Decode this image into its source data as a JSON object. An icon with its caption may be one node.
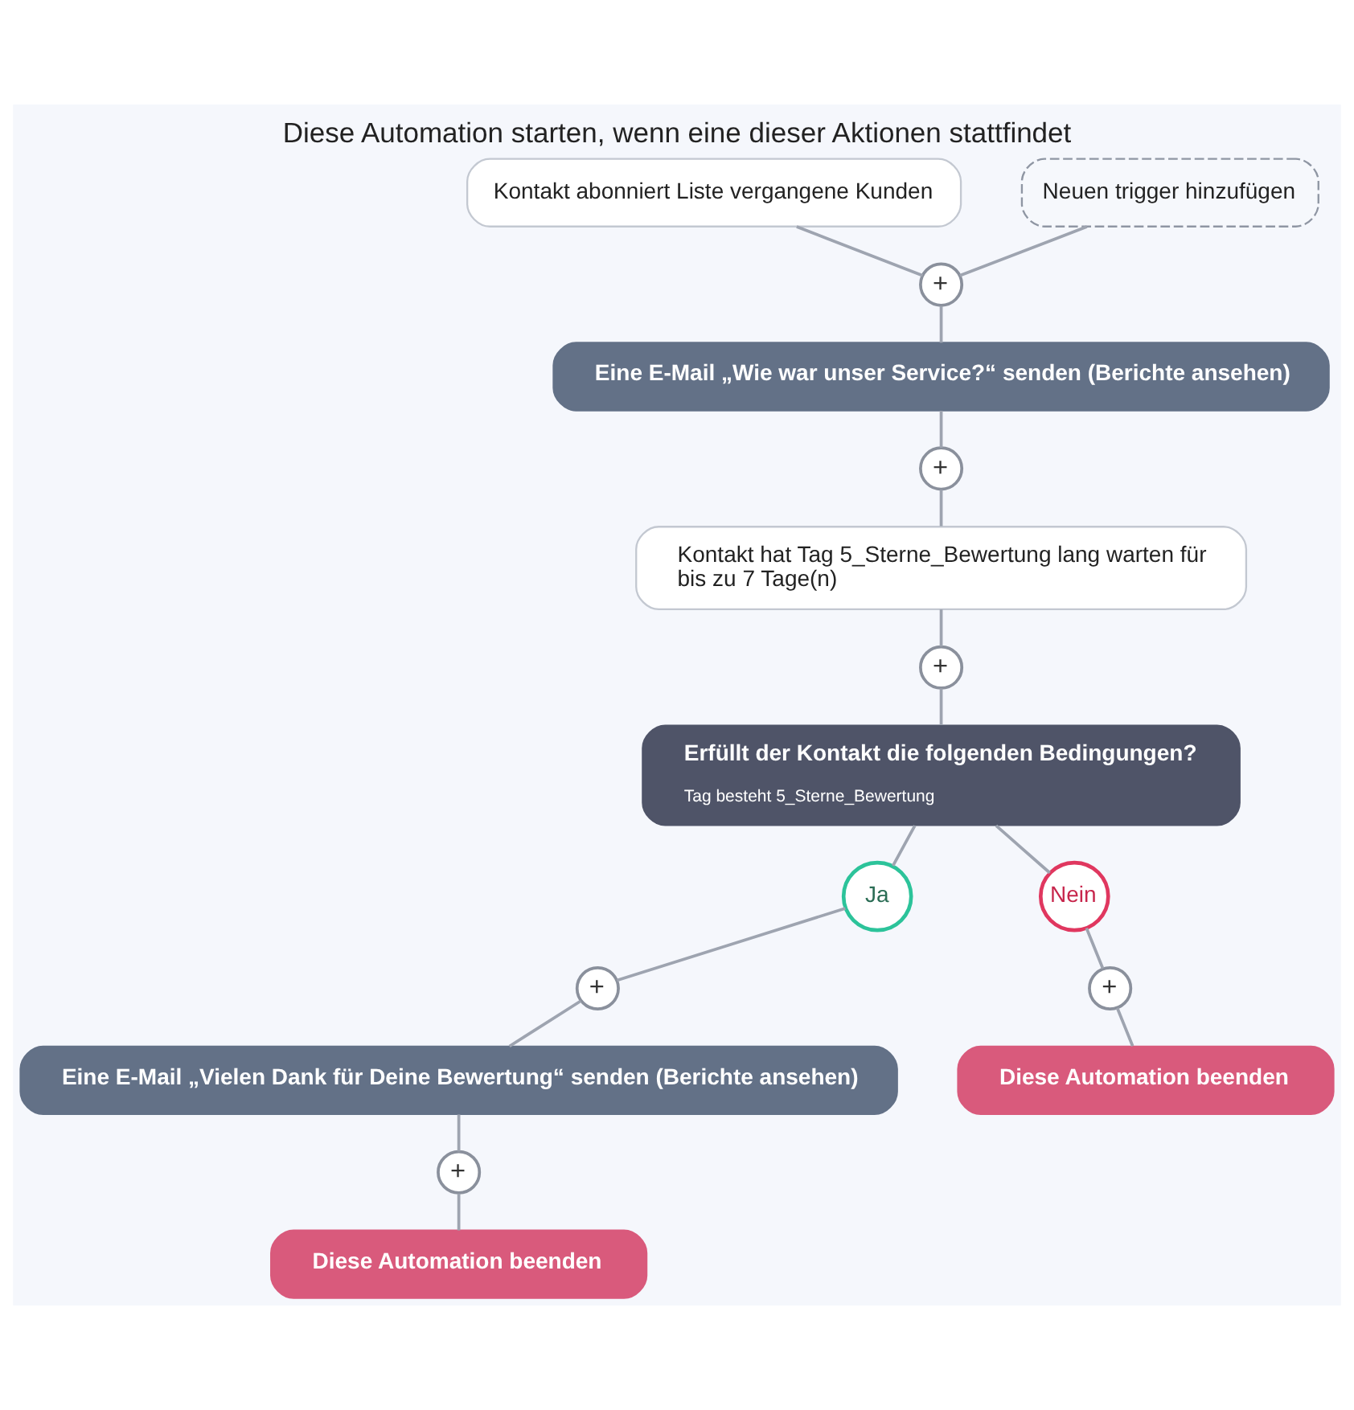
{
  "diagram": {
    "title": "Diese Automation starten, wenn eine dieser Aktionen stattfindet",
    "nodes": [
      {
        "text": [
          "Kontakt abonniert Liste vergangene Kunden"
        ]
      },
      {
        "text": [
          "Neuen trigger hinzufügen"
        ]
      },
      {
        "text": [
          "+"
        ]
      },
      {
        "text": [
          "Eine E-Mail „Wie war unser Service?“ senden (Berichte ansehen)"
        ]
      },
      {
        "text": [
          "+"
        ]
      },
      {
        "text": [
          "Kontakt hat Tag 5_Sterne_Bewertung lang warten für bis zu 7 Tage(n)"
        ]
      },
      {
        "text": [
          "+"
        ]
      },
      {
        "text": [
          "Erfüllt der Kontakt die folgenden Bedingungen?",
          "Tag besteht 5_Sterne_Bewertung"
        ]
      },
      {
        "text": [
          "Ja"
        ]
      },
      {
        "text": [
          "Nein"
        ]
      },
      {
        "text": [
          "+"
        ]
      },
      {
        "text": [
          "+"
        ]
      },
      {
        "text": [
          "Eine E-Mail „Vielen Dank für Deine Bewertung“ senden (Berichte ansehen)"
        ]
      },
      {
        "text": [
          "Diese Automation beenden"
        ]
      },
      {
        "text": [
          "+"
        ]
      },
      {
        "text": [
          "Diese Automation beenden"
        ]
      }
    ],
    "edges": [
      {
        "from": 0,
        "to": 2,
        "arrow": "none"
      },
      {
        "from": 1,
        "to": 2,
        "arrow": "none"
      },
      {
        "from": 2,
        "to": 3,
        "arrow": "none"
      },
      {
        "from": 3,
        "to": 4,
        "arrow": "none"
      },
      {
        "from": 4,
        "to": 5,
        "arrow": "none"
      },
      {
        "from": 5,
        "to": 6,
        "arrow": "none"
      },
      {
        "from": 6,
        "to": 7,
        "arrow": "none"
      },
      {
        "from": 7,
        "to": 8,
        "arrow": "none"
      },
      {
        "from": 7,
        "to": 9,
        "arrow": "none"
      },
      {
        "from": 8,
        "to": 10,
        "arrow": "none"
      },
      {
        "from": 9,
        "to": 11,
        "arrow": "none"
      },
      {
        "from": 10,
        "to": 12,
        "arrow": "none"
      },
      {
        "from": 11,
        "to": 13,
        "arrow": "none"
      },
      {
        "from": 12,
        "to": 14,
        "arrow": "none"
      },
      {
        "from": 14,
        "to": 15,
        "arrow": "none"
      }
    ]
  }
}
